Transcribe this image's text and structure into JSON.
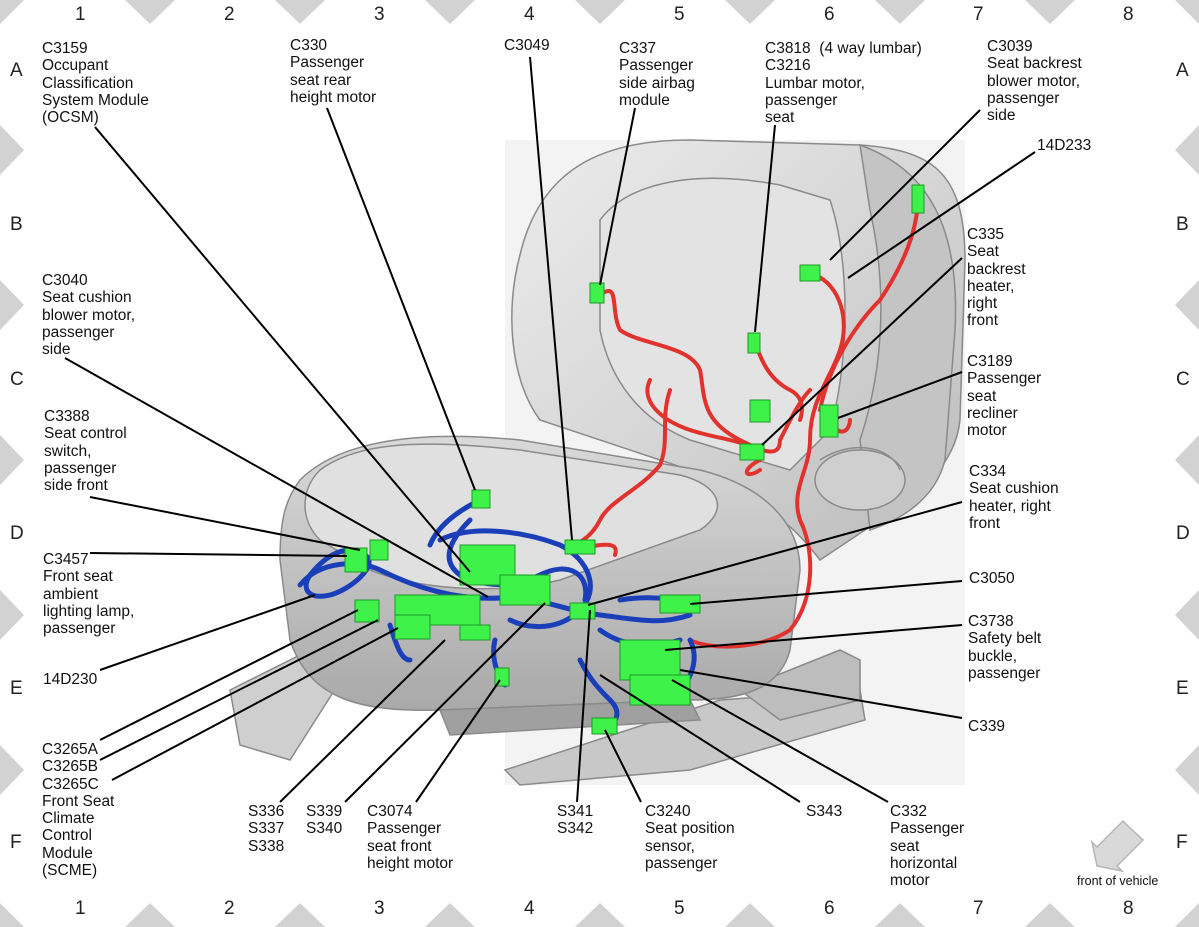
{
  "grid": {
    "columns": [
      "1",
      "2",
      "3",
      "4",
      "5",
      "6",
      "7",
      "8"
    ],
    "rows": [
      "A",
      "B",
      "C",
      "D",
      "E",
      "F"
    ]
  },
  "labels": [
    {
      "id": "c3159",
      "lines": [
        "C3159",
        "Occupant",
        "Classification",
        "System Module",
        "(OCSM)"
      ]
    },
    {
      "id": "c330",
      "lines": [
        "C330",
        "Passenger",
        "seat rear",
        "height motor"
      ]
    },
    {
      "id": "c3049",
      "lines": [
        "C3049"
      ]
    },
    {
      "id": "c337",
      "lines": [
        "C337",
        "Passenger",
        "side airbag",
        "module"
      ]
    },
    {
      "id": "c3818",
      "lines": [
        "C3818  (4 way lumbar)",
        "C3216",
        "Lumbar motor,",
        "passenger",
        "seat"
      ]
    },
    {
      "id": "c3039",
      "lines": [
        "C3039",
        "Seat backrest",
        "blower motor,",
        "passenger",
        "side"
      ]
    },
    {
      "id": "14d233",
      "lines": [
        "14D233"
      ]
    },
    {
      "id": "c335",
      "lines": [
        "C335",
        "Seat",
        "backrest",
        "heater,",
        "right",
        "front"
      ]
    },
    {
      "id": "c3040",
      "lines": [
        "C3040",
        "Seat cushion",
        "blower motor,",
        "passenger",
        "side"
      ]
    },
    {
      "id": "c3189",
      "lines": [
        "C3189",
        "Passenger",
        "seat",
        "recliner",
        "motor"
      ]
    },
    {
      "id": "c3388",
      "lines": [
        "C3388",
        "Seat control",
        "switch,",
        "passenger",
        "side front"
      ]
    },
    {
      "id": "c334",
      "lines": [
        "C334",
        "Seat cushion",
        "heater, right",
        "front"
      ]
    },
    {
      "id": "c3457",
      "lines": [
        "C3457",
        "Front seat",
        "ambient",
        "lighting lamp,",
        "passenger"
      ]
    },
    {
      "id": "c3050",
      "lines": [
        "C3050"
      ]
    },
    {
      "id": "c3738",
      "lines": [
        "C3738",
        "Safety belt",
        "buckle,",
        "passenger"
      ]
    },
    {
      "id": "14d230",
      "lines": [
        "14D230"
      ]
    },
    {
      "id": "c339",
      "lines": [
        "C339"
      ]
    },
    {
      "id": "c3265",
      "lines": [
        "C3265A",
        "C3265B",
        "C3265C",
        "Front Seat",
        "Climate",
        "Control",
        "Module",
        "(SCME)"
      ]
    },
    {
      "id": "s336",
      "lines": [
        "S336",
        "S337",
        "S338"
      ]
    },
    {
      "id": "s339",
      "lines": [
        "S339",
        "S340"
      ]
    },
    {
      "id": "c3074",
      "lines": [
        "C3074",
        "Passenger",
        "seat front",
        "height motor"
      ]
    },
    {
      "id": "s341",
      "lines": [
        "S341",
        "S342"
      ]
    },
    {
      "id": "c3240",
      "lines": [
        "C3240",
        "Seat position",
        "sensor,",
        "passenger"
      ]
    },
    {
      "id": "s343",
      "lines": [
        "S343"
      ]
    },
    {
      "id": "c332",
      "lines": [
        "C332",
        "Passenger",
        "seat",
        "horizontal",
        "motor"
      ]
    }
  ],
  "front_note": "front of vehicle",
  "colors": {
    "red_harness": "#e2322e",
    "blue_harness": "#1a3fb8",
    "connector": "#3ef24a",
    "seat": "#d4d4d4",
    "frame_chevron": "#d2d2d2"
  }
}
